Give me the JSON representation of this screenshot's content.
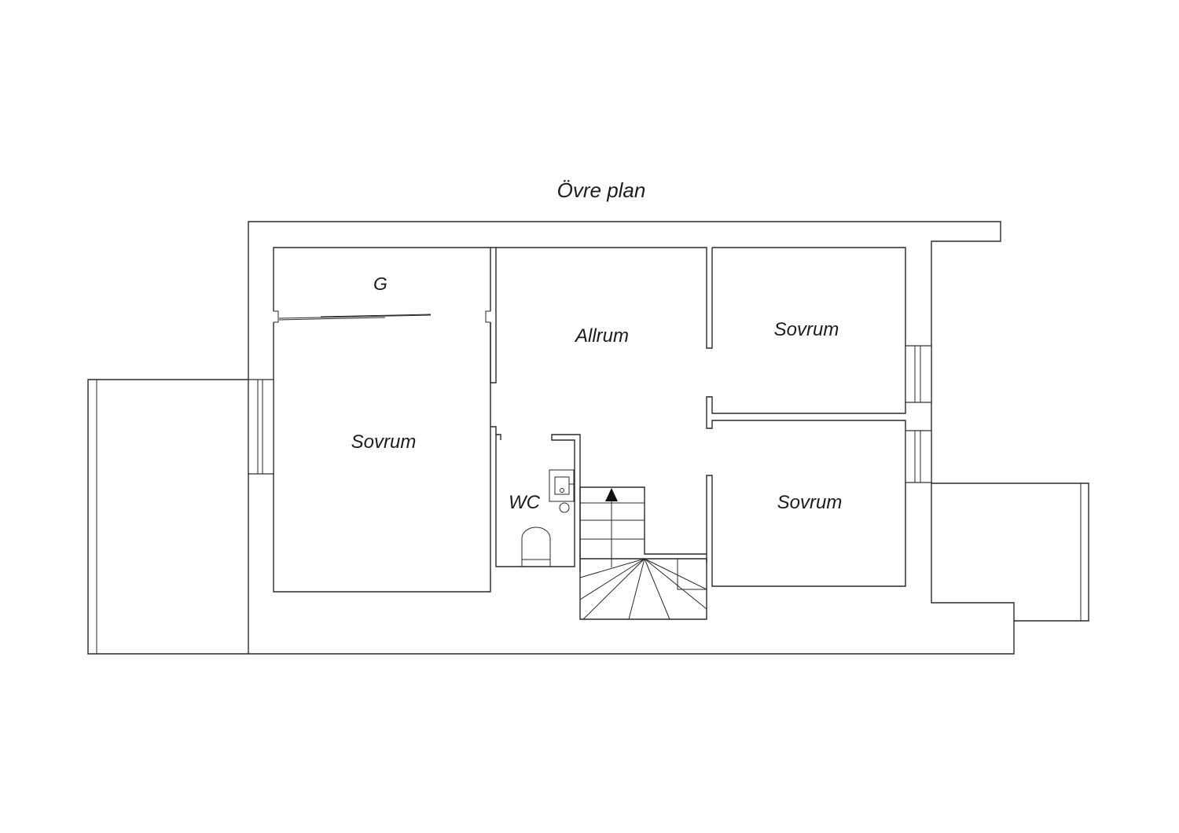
{
  "plan": {
    "title": "Övre plan",
    "rooms": {
      "storage": "G",
      "family_room": "Allrum",
      "bedroom_top_right": "Sovrum",
      "bedroom_left": "Sovrum",
      "bedroom_bottom_right": "Sovrum",
      "toilet": "WC"
    },
    "icons": {
      "stair_direction": "arrow-up-icon",
      "toilet": "toilet-icon",
      "sink": "sink-icon"
    },
    "colors": {
      "line": "#2a2a2a",
      "background": "#ffffff"
    }
  }
}
